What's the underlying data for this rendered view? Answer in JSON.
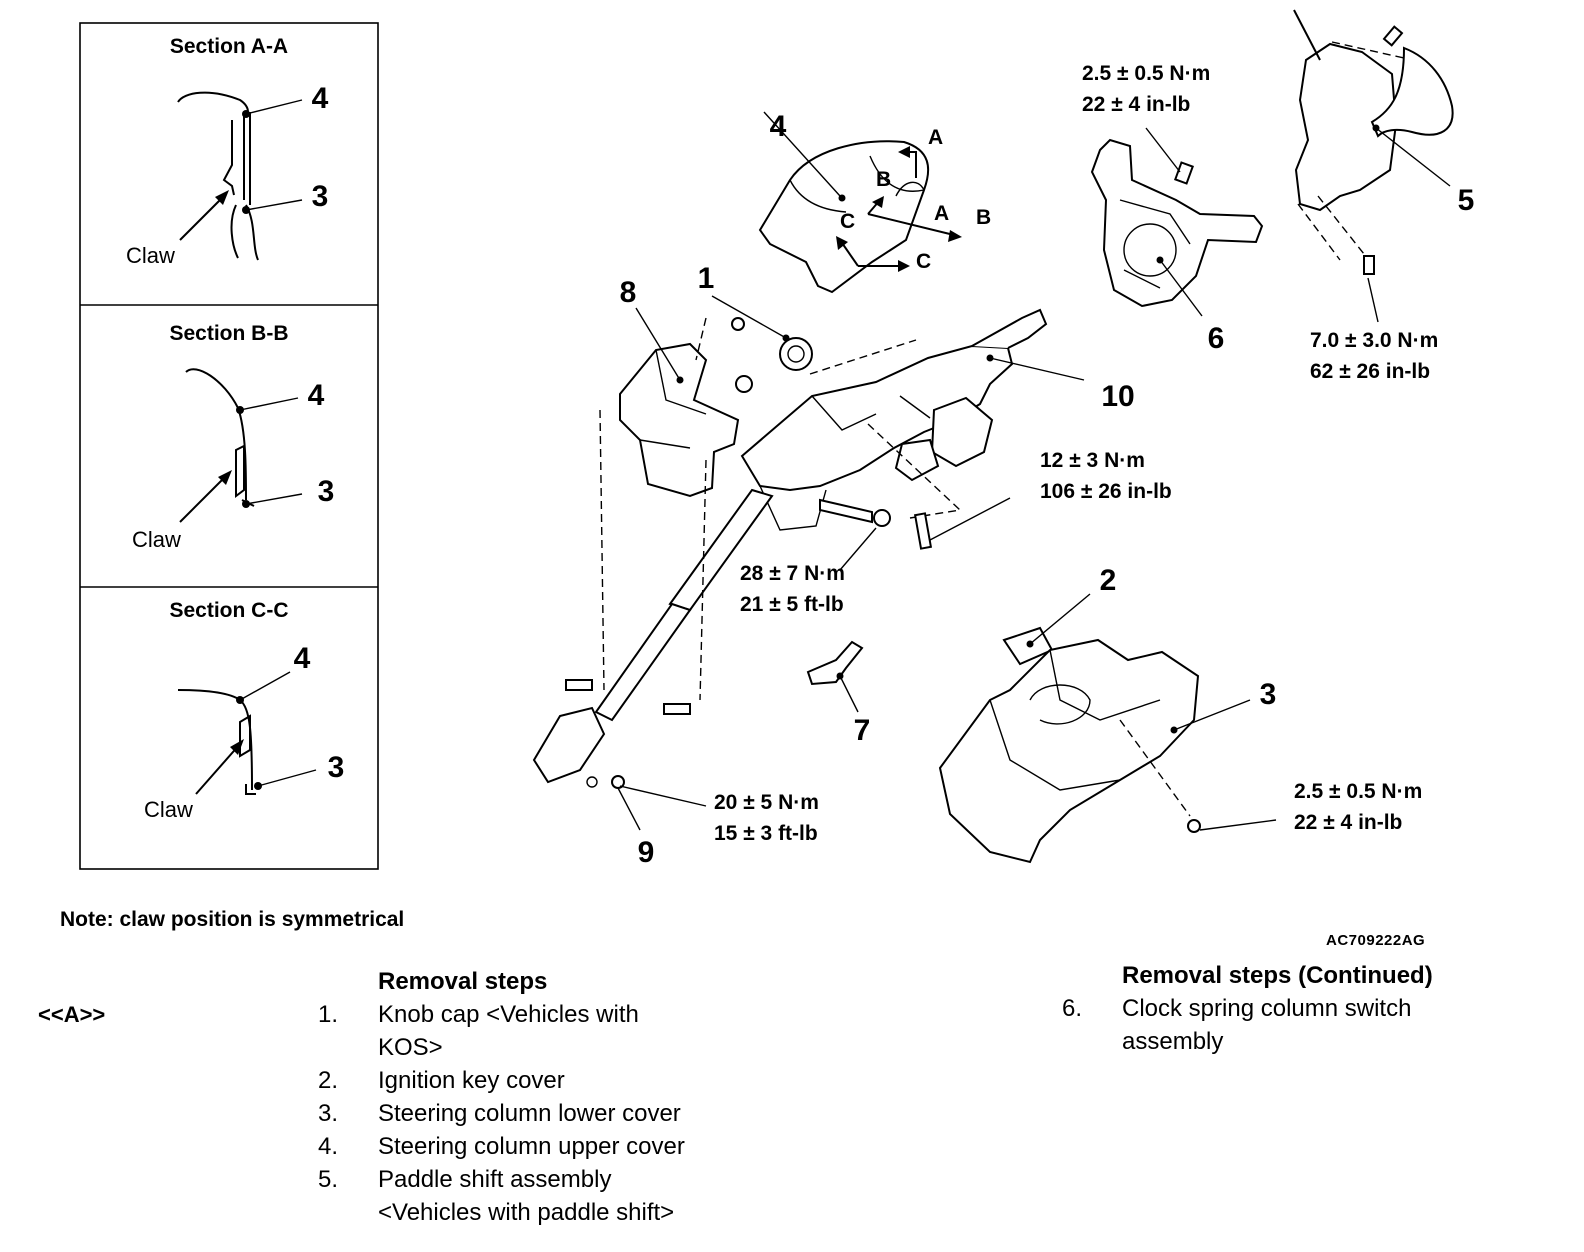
{
  "sections": [
    {
      "title": "Section A-A",
      "upper_label": "4",
      "lower_label": "3",
      "claw_label": "Claw"
    },
    {
      "title": "Section B-B",
      "upper_label": "4",
      "lower_label": "3",
      "claw_label": "Claw"
    },
    {
      "title": "Section C-C",
      "upper_label": "4",
      "lower_label": "3",
      "claw_label": "Claw"
    }
  ],
  "callouts": {
    "c1": "1",
    "c2": "2",
    "c3": "3",
    "c4": "4",
    "c5": "5",
    "c6": "6",
    "c7": "7",
    "c8": "8",
    "c9": "9",
    "c10": "10"
  },
  "section_markers": {
    "a": "A",
    "b": "B",
    "c": "C"
  },
  "torques": {
    "t_clock_spring": [
      "2.5 ± 0.5 N·m",
      "22 ± 4 in-lb"
    ],
    "t_paddle": [
      "7.0 ± 3.0 N·m",
      "62 ± 26 in-lb"
    ],
    "t_column": [
      "12 ± 3 N·m",
      "106 ± 26 in-lb"
    ],
    "t_bracket": [
      "28 ± 7 N·m",
      "21 ± 5 ft-lb"
    ],
    "t_joint": [
      "20 ± 5 N·m",
      "15 ± 3 ft-lb"
    ],
    "t_lower_cover": [
      "2.5 ± 0.5 N·m",
      "22 ± 4 in-lb"
    ]
  },
  "note": "Note: claw position is symmetrical",
  "figure_code": "AC709222AG",
  "reference_mark": "<<A>>",
  "removal_steps": {
    "heading": "Removal steps",
    "items": [
      {
        "num": "1.",
        "text": "Knob cap <Vehicles with KOS>"
      },
      {
        "num": "2.",
        "text": "Ignition key cover"
      },
      {
        "num": "3.",
        "text": "Steering column lower cover"
      },
      {
        "num": "4.",
        "text": "Steering column upper cover"
      },
      {
        "num": "5.",
        "text": "Paddle shift assembly <Vehicles with paddle shift>"
      }
    ]
  },
  "removal_steps_continued": {
    "heading": "Removal steps (Continued)",
    "items": [
      {
        "num": "6.",
        "text": "Clock spring column switch assembly"
      }
    ]
  }
}
